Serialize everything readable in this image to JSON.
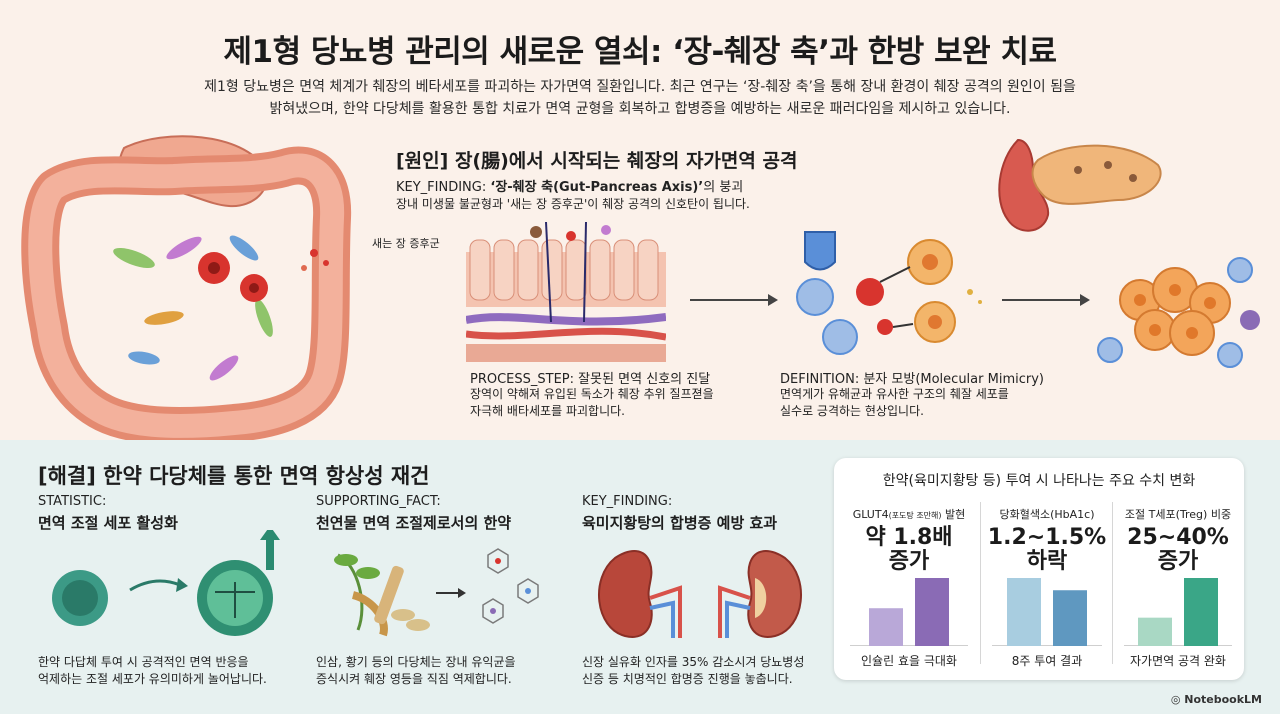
{
  "title": "제1형 당뇨병 관리의 새로운 열쇠: ‘장-췌장 축’과 한방 보완 치료",
  "subtitle_lines": [
    "제1형 당뇨병은 면역 체계가 췌장의 베타세포를 파괴하는 자가면역 질환입니다. 최근 연구는 ‘장-췌장 축’을 통해 장내 환경이 췌장 공격의 원인이 됨을",
    "밝혀냈으며, 한약 다당체를 활용한 통합 치료가 면역 균형을 회복하고 합병증을 예방하는 새로운 패러다임을 제시하고 있습니다."
  ],
  "cause": {
    "heading": "[원인] 장(腸)에서 시작되는 췌장의 자가면역 공격",
    "key_finding_prefix": "KEY_FINDING: ",
    "key_finding_bold": "‘장-췌장 축(Gut-Pancreas Axis)’",
    "key_finding_suffix": "의 붕괴",
    "key_finding_desc": "장내 미생물 불균형과 '새는 장 증후군'이 췌장 공격의 신호탄이 됩니다.",
    "leaky_gut_label": "새는 장 증후군",
    "process_prefix": "PROCESS_STEP: ",
    "process_title": "잘못된 면역 신호의 진달",
    "process_desc": [
      "장역이 약해져 유입된 독소가 췌장 추위 질프젿을",
      "자극해 배타세포를 파괴합니다."
    ],
    "definition_prefix": "DEFINITION: ",
    "definition_title": "분자 모방(Molecular Mimicry)",
    "definition_desc": [
      "면역게가 유해균과 유사한 구조의 췌잘 세포를",
      "실수로 긍격하는 현상입니다."
    ]
  },
  "solution": {
    "heading": "[해결] 한약 다당체를 통한 면역 항상성 재건",
    "col1": {
      "tag": "STATISTIC:",
      "title": "면역 조절 세포 활성화",
      "desc": [
        "한약 다답체 투여 시 공격적인 면역 반응을",
        "억제하는 조절 세포가 유의미하게 놀어납니다."
      ]
    },
    "col2": {
      "tag": "SUPPORTING_FACT:",
      "title": "천연물 면역 조절제로서의 한약",
      "desc": [
        "인삼, 황기 등의 다당체는 장내 유익균을",
        "증식시켜 훼장 영등을 직짐 역제합니다."
      ]
    },
    "col3": {
      "tag": "KEY_FINDING:",
      "title": "육미지황탕의 합병증 예방 효과",
      "desc": [
        "신장 실유화 인자를 35% 감소시겨 당뇨병성",
        "신증 등 치명적인 합명증 진행을 놓춥니다."
      ]
    }
  },
  "metrics": {
    "title": "한약(육미지황탕 등) 투여 시 나타나는 주요 수치 변화",
    "columns": [
      {
        "head": "GLUT4",
        "head_small": "(포도탕 조만해)",
        "head_tail": " 발현",
        "value_line1": "약 1.8배",
        "value_line2": "증가",
        "foot": "인슐린 효을 극대화",
        "bar_values": [
          1.0,
          1.8
        ],
        "colors": [
          "#b9a8d8",
          "#8a6bb5"
        ]
      },
      {
        "head": "당화혈색소(HbA1c)",
        "head_small": "",
        "head_tail": "",
        "value_line1": "1.2~1.5%",
        "value_line2": "하락",
        "foot": "8주 투여 결과",
        "bar_values": [
          1.0,
          0.82
        ],
        "colors": [
          "#a8cde0",
          "#5f98c0"
        ]
      },
      {
        "head": "조절 T세포(Treg) 비중",
        "head_small": "",
        "head_tail": "",
        "value_line1": "25~40%",
        "value_line2": "증가",
        "foot": "자가면역 공격 완화",
        "bar_values": [
          1.0,
          2.4
        ],
        "colors": [
          "#a9d8c4",
          "#3aa687"
        ]
      }
    ]
  },
  "logo": "NotebookLM"
}
